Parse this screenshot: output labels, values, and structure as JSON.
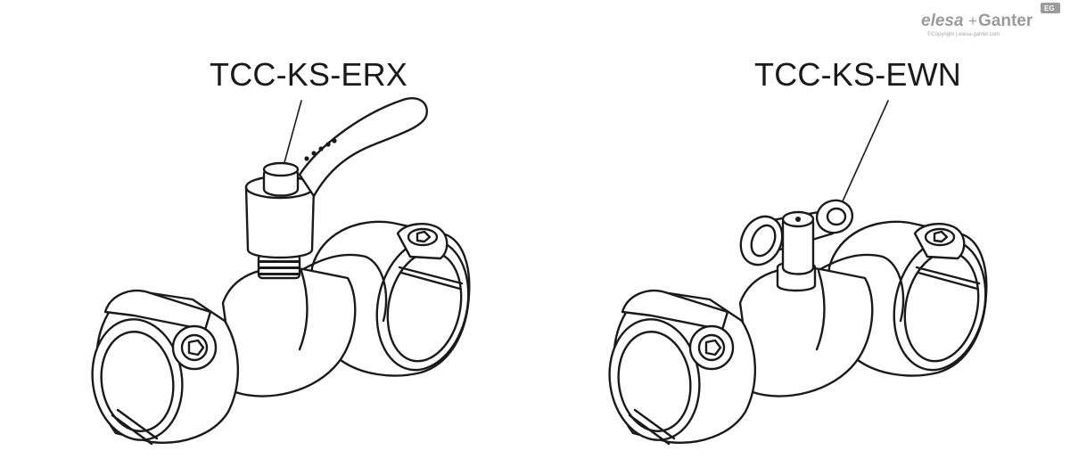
{
  "labels": {
    "left": "TCC-KS-ERX",
    "right": "TCC-KS-EWN"
  },
  "logo": {
    "brand_a": "elesa",
    "plus": "+",
    "brand_b": "Ganter",
    "badge": "EG",
    "copyright": "©Copyright | elesa-ganter.com"
  },
  "colors": {
    "line": "#1a1a1a",
    "background": "#ffffff",
    "logo_gray": "#9b9b9b"
  }
}
